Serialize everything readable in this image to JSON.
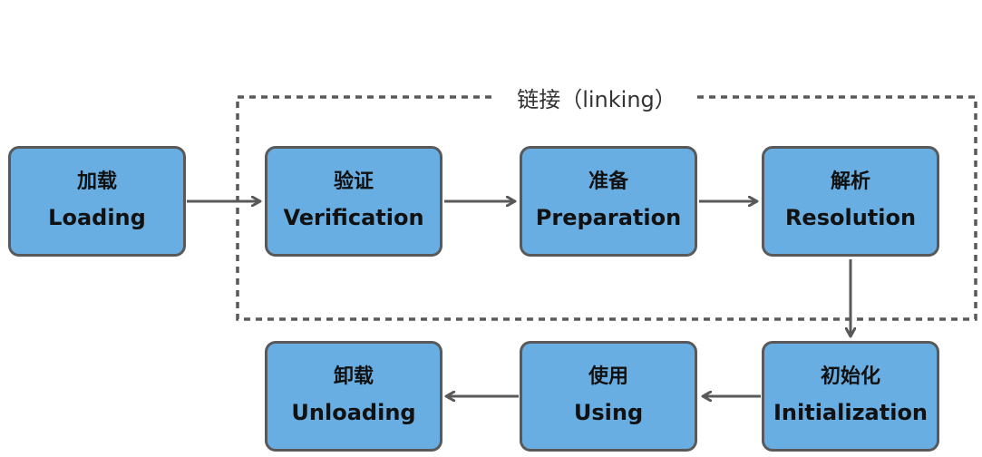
{
  "linking_group": {
    "label": "链接（linking）"
  },
  "stages": {
    "loading": {
      "cn": "加载",
      "en": "Loading"
    },
    "verification": {
      "cn": "验证",
      "en": "Verification"
    },
    "preparation": {
      "cn": "准备",
      "en": "Preparation"
    },
    "resolution": {
      "cn": "解析",
      "en": "Resolution"
    },
    "initialization": {
      "cn": "初始化",
      "en": "Initialization"
    },
    "using": {
      "cn": "使用",
      "en": "Using"
    },
    "unloading": {
      "cn": "卸载",
      "en": "Unloading"
    }
  },
  "colors": {
    "box_fill": "#69aee3",
    "box_border": "#595959",
    "arrow": "#595959",
    "dashed_border": "#595959"
  }
}
